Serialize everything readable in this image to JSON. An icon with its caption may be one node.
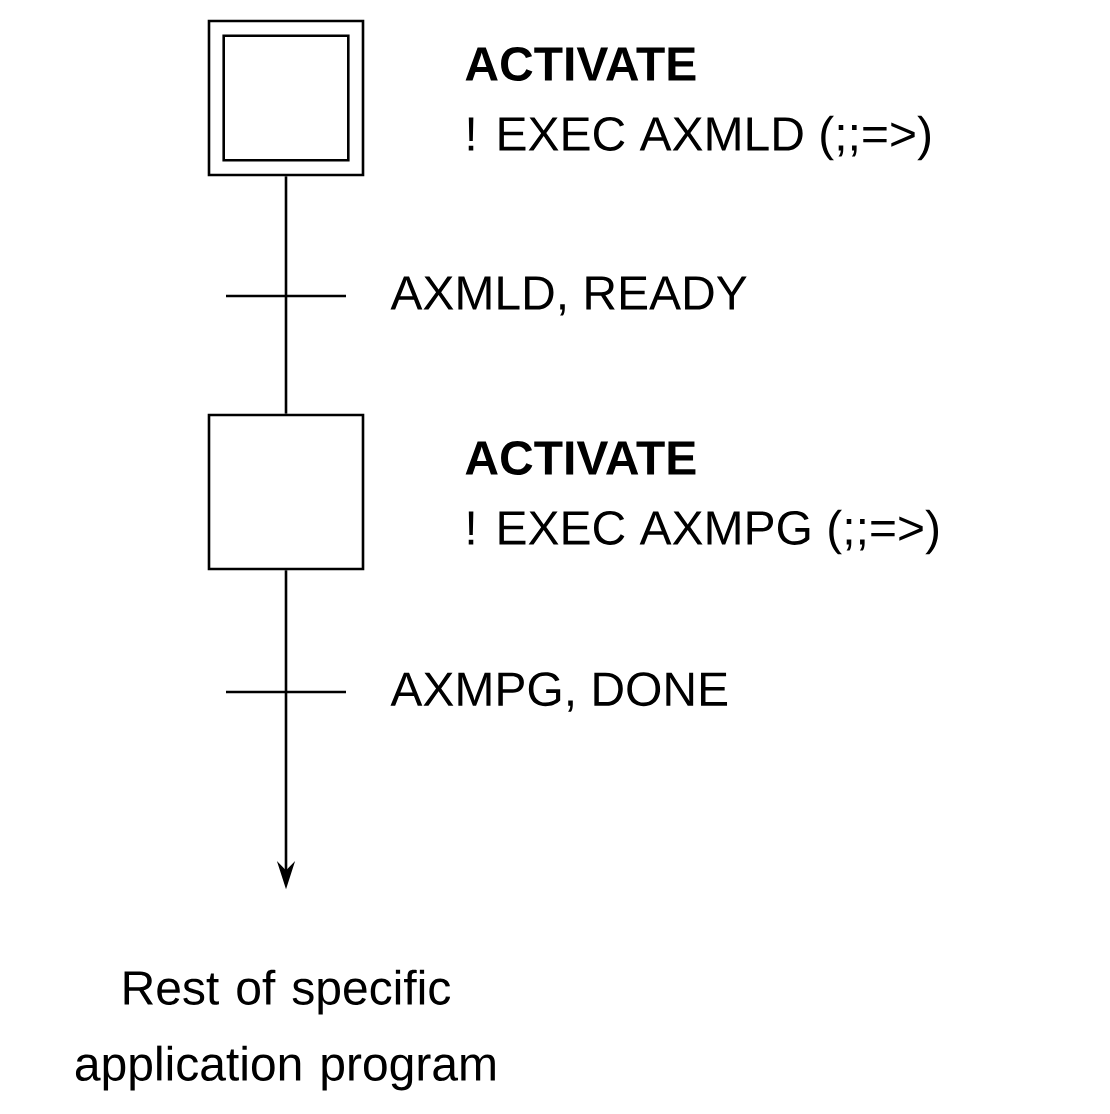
{
  "diagram": {
    "nodes": [
      {
        "text": [],
        "shape": "box",
        "beside": [
          "ACTIVATE",
          "! EXEC AXMLD (;;=>)"
        ]
      },
      {
        "text": [],
        "shape": "box",
        "beside": [
          "ACTIVATE",
          "! EXEC AXMPG (;;=>)"
        ]
      },
      {
        "text": [
          "Rest of specific application program"
        ]
      }
    ],
    "edges": [
      {
        "from": 0,
        "to": 1,
        "arrow": "none",
        "label": "AXMLD, READY"
      },
      {
        "from": 1,
        "to": 2,
        "arrow": "to",
        "label": "AXMPG, DONE"
      }
    ]
  }
}
